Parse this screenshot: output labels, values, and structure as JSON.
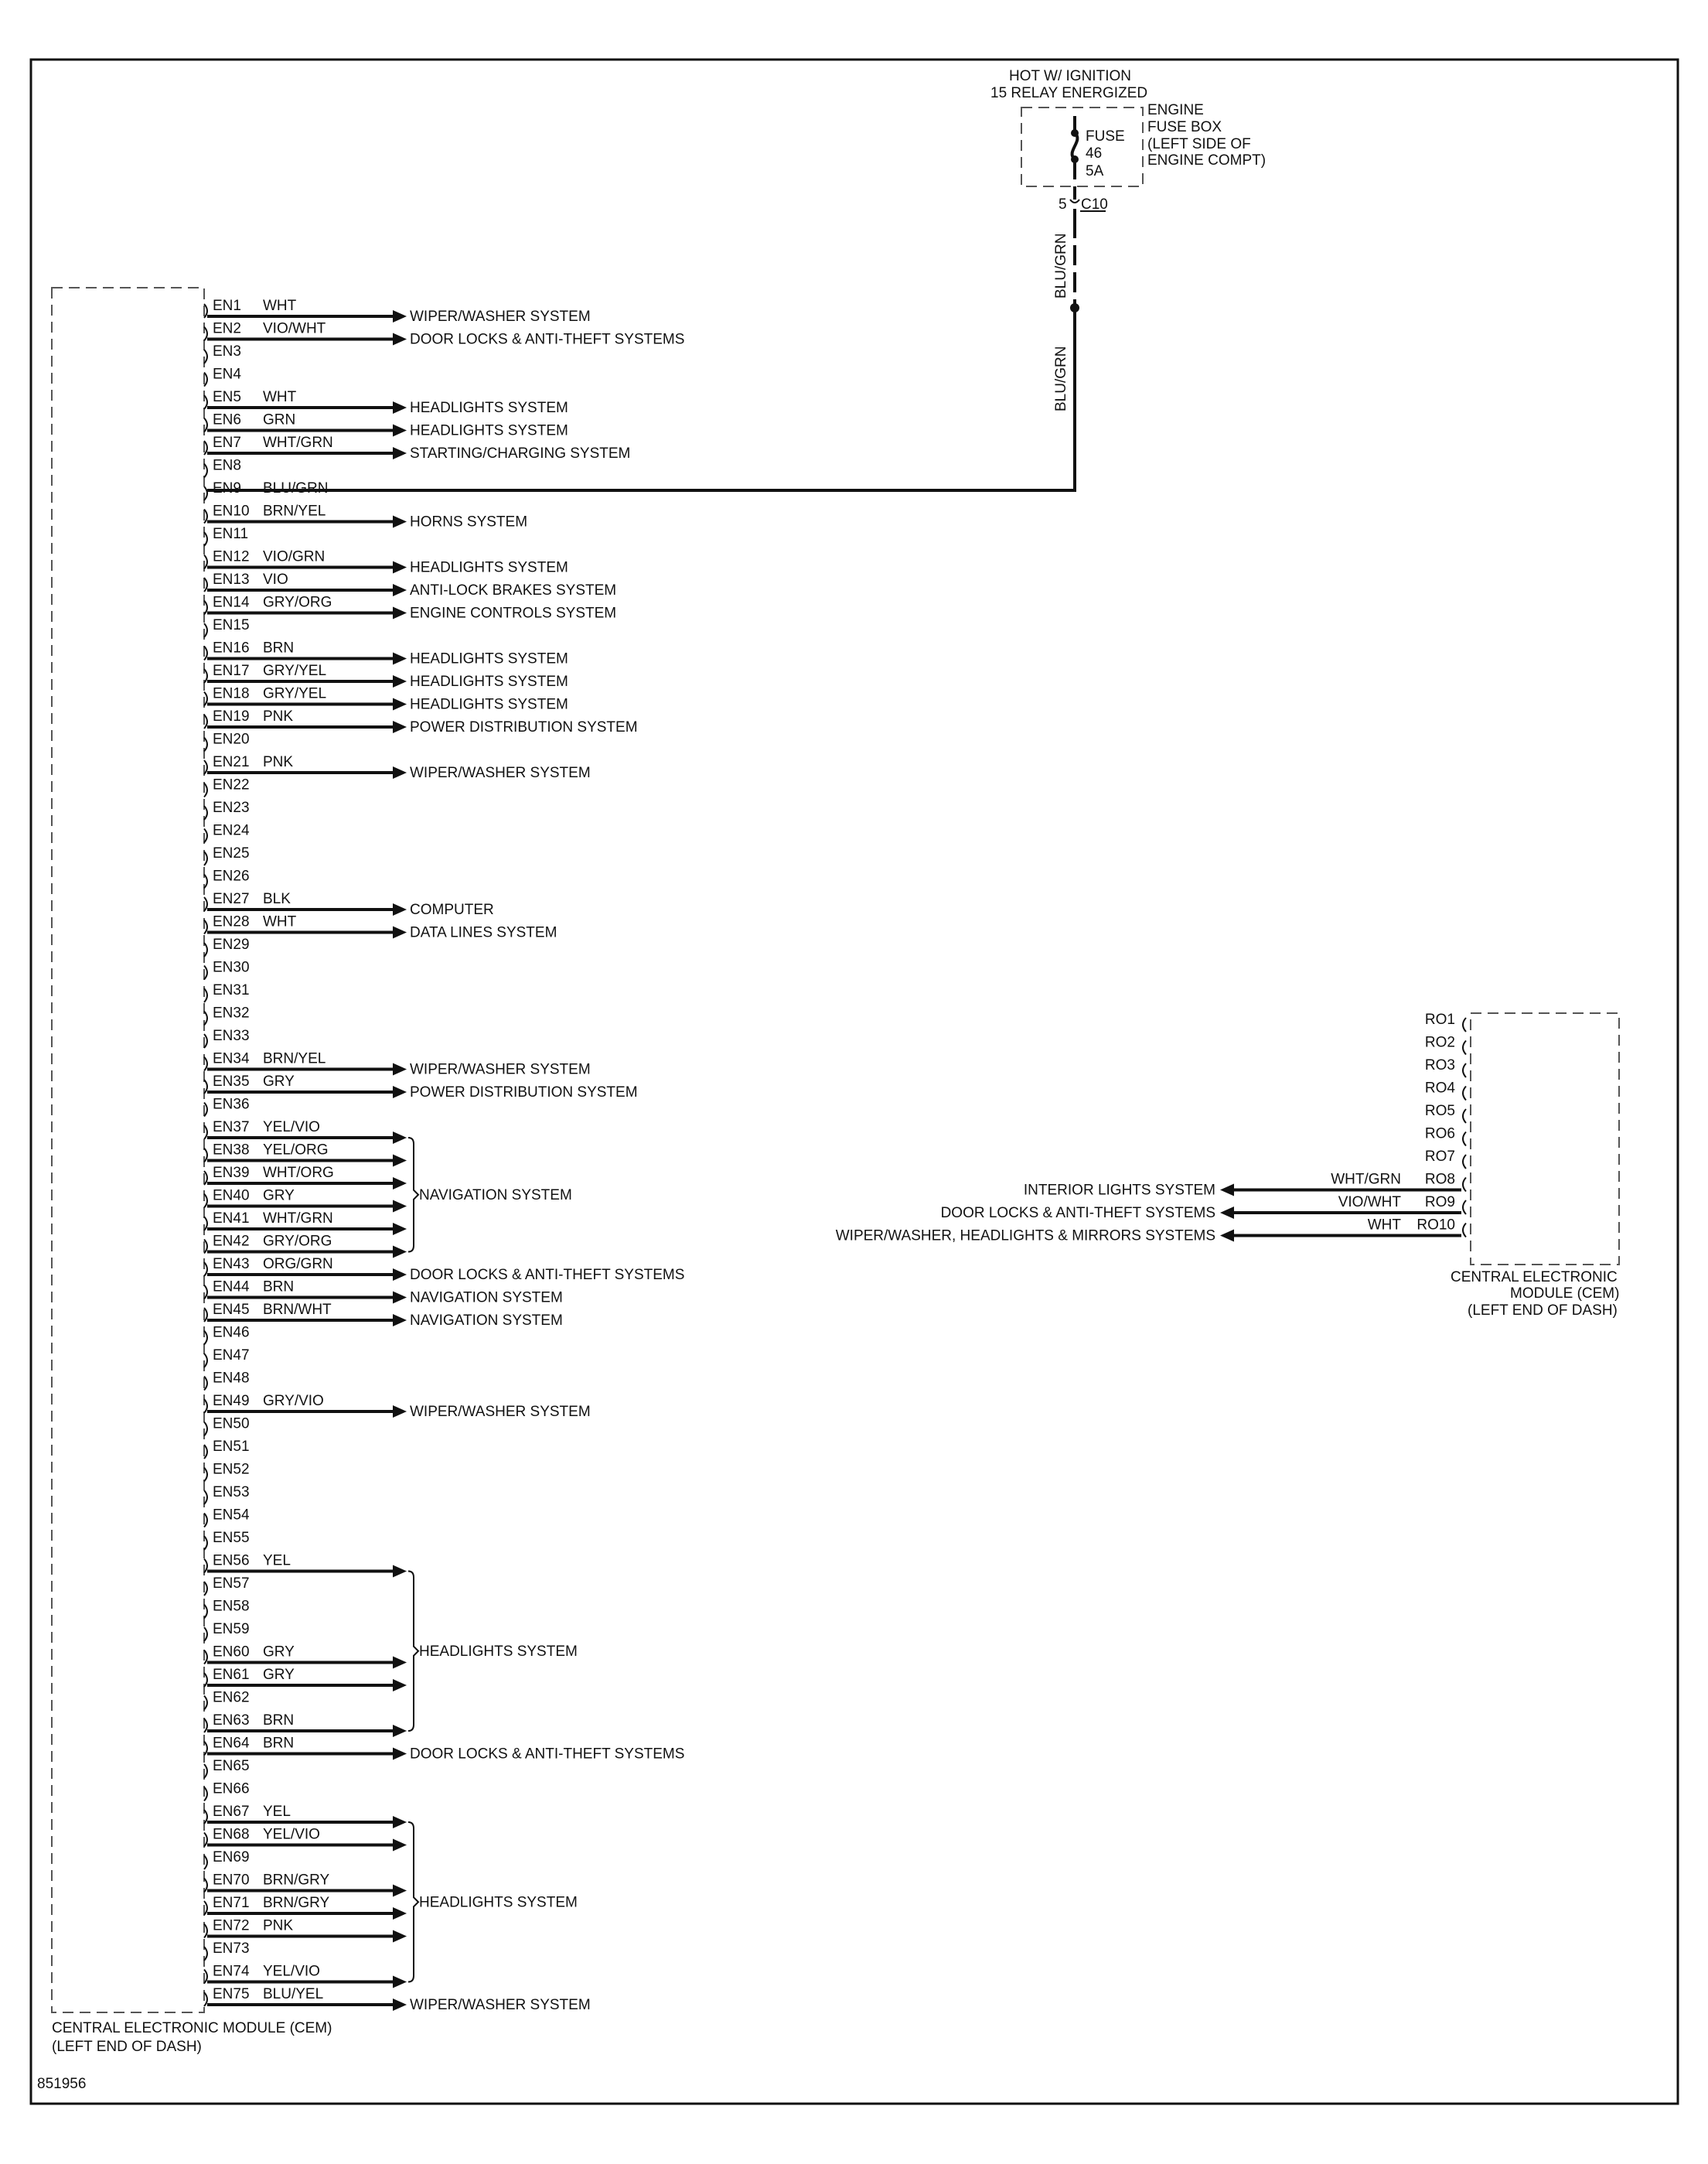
{
  "fig_id": "851956",
  "left_module": {
    "name_line1": "CENTRAL ELECTRONIC MODULE (CEM)",
    "name_line2": "(LEFT END OF DASH)"
  },
  "right_module": {
    "name_line1": "CENTRAL ELECTRONIC",
    "name_line2": "MODULE (CEM)",
    "name_line3": "(LEFT END OF DASH)"
  },
  "power": {
    "line1": "HOT W/ IGNITION",
    "line2": "15 RELAY ENERGIZED"
  },
  "fuse_box": {
    "line1": "ENGINE",
    "line2": "FUSE BOX",
    "line3": "(LEFT SIDE OF",
    "line4": "ENGINE COMPT)",
    "fuse_label": "FUSE",
    "fuse_number": "46",
    "fuse_rating": "5A",
    "connector_pin": "5",
    "connector_name": "C10",
    "wire_upper": "BLU/GRN",
    "wire_lower": "BLU/GRN"
  },
  "en_pins": [
    {
      "pin": "EN1",
      "color": "WHT",
      "dest": "WIPER/WASHER SYSTEM"
    },
    {
      "pin": "EN2",
      "color": "VIO/WHT",
      "dest": "DOOR LOCKS & ANTI-THEFT SYSTEMS"
    },
    {
      "pin": "EN3",
      "color": "",
      "dest": ""
    },
    {
      "pin": "EN4",
      "color": "",
      "dest": ""
    },
    {
      "pin": "EN5",
      "color": "WHT",
      "dest": "HEADLIGHTS SYSTEM"
    },
    {
      "pin": "EN6",
      "color": "GRN",
      "dest": "HEADLIGHTS SYSTEM"
    },
    {
      "pin": "EN7",
      "color": "WHT/GRN",
      "dest": "STARTING/CHARGING SYSTEM"
    },
    {
      "pin": "EN8",
      "color": "",
      "dest": ""
    },
    {
      "pin": "EN9",
      "color": "BLU/GRN",
      "dest": ""
    },
    {
      "pin": "EN10",
      "color": "BRN/YEL",
      "dest": "HORNS SYSTEM"
    },
    {
      "pin": "EN11",
      "color": "",
      "dest": ""
    },
    {
      "pin": "EN12",
      "color": "VIO/GRN",
      "dest": "HEADLIGHTS SYSTEM"
    },
    {
      "pin": "EN13",
      "color": "VIO",
      "dest": "ANTI-LOCK BRAKES SYSTEM"
    },
    {
      "pin": "EN14",
      "color": "GRY/ORG",
      "dest": "ENGINE CONTROLS SYSTEM"
    },
    {
      "pin": "EN15",
      "color": "",
      "dest": ""
    },
    {
      "pin": "EN16",
      "color": "BRN",
      "dest": "HEADLIGHTS SYSTEM"
    },
    {
      "pin": "EN17",
      "color": "GRY/YEL",
      "dest": "HEADLIGHTS SYSTEM"
    },
    {
      "pin": "EN18",
      "color": "GRY/YEL",
      "dest": "HEADLIGHTS SYSTEM"
    },
    {
      "pin": "EN19",
      "color": "PNK",
      "dest": "POWER DISTRIBUTION SYSTEM"
    },
    {
      "pin": "EN20",
      "color": "",
      "dest": ""
    },
    {
      "pin": "EN21",
      "color": "PNK",
      "dest": "WIPER/WASHER SYSTEM"
    },
    {
      "pin": "EN22",
      "color": "",
      "dest": ""
    },
    {
      "pin": "EN23",
      "color": "",
      "dest": ""
    },
    {
      "pin": "EN24",
      "color": "",
      "dest": ""
    },
    {
      "pin": "EN25",
      "color": "",
      "dest": ""
    },
    {
      "pin": "EN26",
      "color": "",
      "dest": ""
    },
    {
      "pin": "EN27",
      "color": "BLK",
      "dest": "COMPUTER"
    },
    {
      "pin": "EN28",
      "color": "WHT",
      "dest": "DATA LINES SYSTEM"
    },
    {
      "pin": "EN29",
      "color": "",
      "dest": ""
    },
    {
      "pin": "EN30",
      "color": "",
      "dest": ""
    },
    {
      "pin": "EN31",
      "color": "",
      "dest": ""
    },
    {
      "pin": "EN32",
      "color": "",
      "dest": ""
    },
    {
      "pin": "EN33",
      "color": "",
      "dest": ""
    },
    {
      "pin": "EN34",
      "color": "BRN/YEL",
      "dest": "WIPER/WASHER SYSTEM"
    },
    {
      "pin": "EN35",
      "color": "GRY",
      "dest": "POWER DISTRIBUTION SYSTEM"
    },
    {
      "pin": "EN36",
      "color": "",
      "dest": ""
    },
    {
      "pin": "EN37",
      "color": "YEL/VIO",
      "dest": ""
    },
    {
      "pin": "EN38",
      "color": "YEL/ORG",
      "dest": ""
    },
    {
      "pin": "EN39",
      "color": "WHT/ORG",
      "dest": ""
    },
    {
      "pin": "EN40",
      "color": "GRY",
      "dest": ""
    },
    {
      "pin": "EN41",
      "color": "WHT/GRN",
      "dest": ""
    },
    {
      "pin": "EN42",
      "color": "GRY/ORG",
      "dest": ""
    },
    {
      "pin": "EN43",
      "color": "ORG/GRN",
      "dest": "DOOR LOCKS & ANTI-THEFT SYSTEMS"
    },
    {
      "pin": "EN44",
      "color": "BRN",
      "dest": "NAVIGATION SYSTEM"
    },
    {
      "pin": "EN45",
      "color": "BRN/WHT",
      "dest": "NAVIGATION SYSTEM"
    },
    {
      "pin": "EN46",
      "color": "",
      "dest": ""
    },
    {
      "pin": "EN47",
      "color": "",
      "dest": ""
    },
    {
      "pin": "EN48",
      "color": "",
      "dest": ""
    },
    {
      "pin": "EN49",
      "color": "GRY/VIO",
      "dest": "WIPER/WASHER SYSTEM"
    },
    {
      "pin": "EN50",
      "color": "",
      "dest": ""
    },
    {
      "pin": "EN51",
      "color": "",
      "dest": ""
    },
    {
      "pin": "EN52",
      "color": "",
      "dest": ""
    },
    {
      "pin": "EN53",
      "color": "",
      "dest": ""
    },
    {
      "pin": "EN54",
      "color": "",
      "dest": ""
    },
    {
      "pin": "EN55",
      "color": "",
      "dest": ""
    },
    {
      "pin": "EN56",
      "color": "YEL",
      "dest": ""
    },
    {
      "pin": "EN57",
      "color": "",
      "dest": ""
    },
    {
      "pin": "EN58",
      "color": "",
      "dest": ""
    },
    {
      "pin": "EN59",
      "color": "",
      "dest": ""
    },
    {
      "pin": "EN60",
      "color": "GRY",
      "dest": ""
    },
    {
      "pin": "EN61",
      "color": "GRY",
      "dest": ""
    },
    {
      "pin": "EN62",
      "color": "",
      "dest": ""
    },
    {
      "pin": "EN63",
      "color": "BRN",
      "dest": ""
    },
    {
      "pin": "EN64",
      "color": "BRN",
      "dest": "DOOR LOCKS & ANTI-THEFT SYSTEMS"
    },
    {
      "pin": "EN65",
      "color": "",
      "dest": ""
    },
    {
      "pin": "EN66",
      "color": "",
      "dest": ""
    },
    {
      "pin": "EN67",
      "color": "YEL",
      "dest": ""
    },
    {
      "pin": "EN68",
      "color": "YEL/VIO",
      "dest": ""
    },
    {
      "pin": "EN69",
      "color": "",
      "dest": ""
    },
    {
      "pin": "EN70",
      "color": "BRN/GRY",
      "dest": ""
    },
    {
      "pin": "EN71",
      "color": "BRN/GRY",
      "dest": ""
    },
    {
      "pin": "EN72",
      "color": "PNK",
      "dest": ""
    },
    {
      "pin": "EN73",
      "color": "",
      "dest": ""
    },
    {
      "pin": "EN74",
      "color": "YEL/VIO",
      "dest": ""
    },
    {
      "pin": "EN75",
      "color": "BLU/YEL",
      "dest": "WIPER/WASHER SYSTEM"
    }
  ],
  "groups": [
    {
      "label": "NAVIGATION SYSTEM",
      "pins": [
        "EN37",
        "EN38",
        "EN39",
        "EN40",
        "EN41",
        "EN42"
      ]
    },
    {
      "label": "HEADLIGHTS SYSTEM",
      "pins": [
        "EN56",
        "EN60",
        "EN61",
        "EN63"
      ]
    },
    {
      "label": "HEADLIGHTS SYSTEM",
      "pins": [
        "EN67",
        "EN68",
        "EN70",
        "EN71",
        "EN72",
        "EN74"
      ]
    }
  ],
  "ro_pins": [
    {
      "pin": "RO1",
      "color": "",
      "dest": ""
    },
    {
      "pin": "RO2",
      "color": "",
      "dest": ""
    },
    {
      "pin": "RO3",
      "color": "",
      "dest": ""
    },
    {
      "pin": "RO4",
      "color": "",
      "dest": ""
    },
    {
      "pin": "RO5",
      "color": "",
      "dest": ""
    },
    {
      "pin": "RO6",
      "color": "",
      "dest": ""
    },
    {
      "pin": "RO7",
      "color": "",
      "dest": ""
    },
    {
      "pin": "RO8",
      "color": "WHT/GRN",
      "dest": "INTERIOR LIGHTS SYSTEM"
    },
    {
      "pin": "RO9",
      "color": "VIO/WHT",
      "dest": "DOOR LOCKS & ANTI-THEFT SYSTEMS"
    },
    {
      "pin": "RO10",
      "color": "WHT",
      "dest": "WIPER/WASHER, HEADLIGHTS & MIRRORS SYSTEMS"
    }
  ]
}
